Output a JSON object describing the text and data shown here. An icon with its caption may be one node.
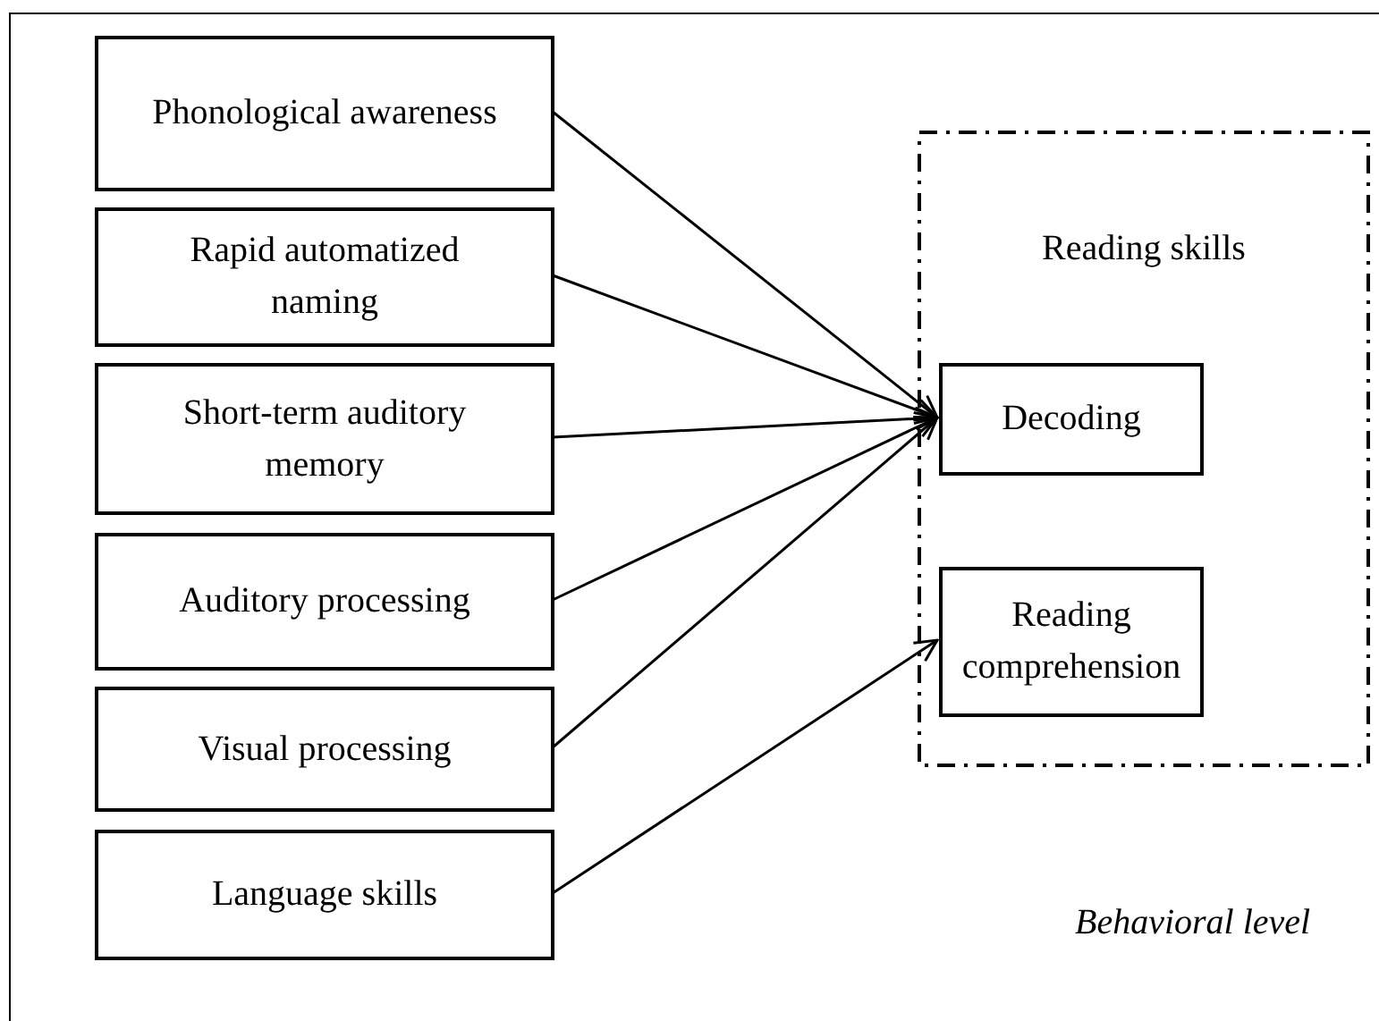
{
  "diagram": {
    "nodes": [
      {
        "text": [
          "Behavioral level"
        ]
      },
      {
        "text": [
          "Phonological awareness"
        ],
        "in": 0
      },
      {
        "text": [
          "Rapid automatized naming"
        ],
        "in": 0
      },
      {
        "text": [
          "Short-term auditory memory"
        ],
        "in": 0
      },
      {
        "text": [
          "Auditory processing"
        ],
        "in": 0
      },
      {
        "text": [
          "Visual processing"
        ],
        "in": 0
      },
      {
        "text": [
          "Language skills"
        ],
        "in": 0
      },
      {
        "text": [
          "Reading skills"
        ],
        "in": 0
      },
      {
        "text": [
          "Decoding"
        ],
        "in": 7
      },
      {
        "text": [
          "Reading comprehension"
        ],
        "in": 7
      }
    ],
    "edges": [
      {
        "from": 1,
        "to": 8,
        "arrow": "to"
      },
      {
        "from": 2,
        "to": 8,
        "arrow": "to"
      },
      {
        "from": 3,
        "to": 8,
        "arrow": "to"
      },
      {
        "from": 4,
        "to": 8,
        "arrow": "to"
      },
      {
        "from": 5,
        "to": 8,
        "arrow": "to"
      },
      {
        "from": 6,
        "to": 9,
        "arrow": "to"
      }
    ]
  }
}
